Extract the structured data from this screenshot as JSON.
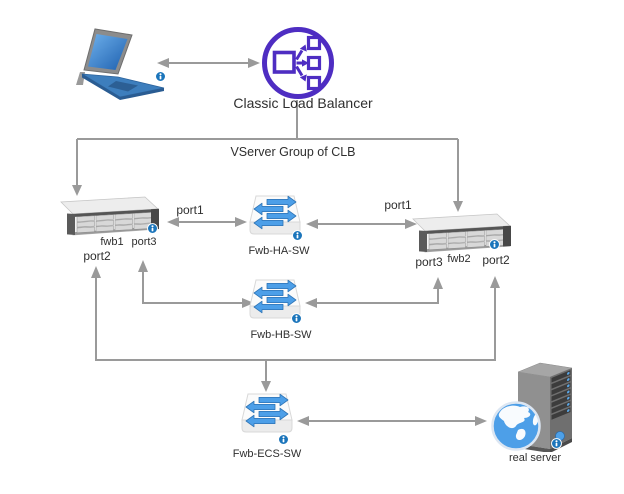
{
  "diagram": {
    "nodes": {
      "laptop": {
        "icon": "laptop-icon"
      },
      "clb": {
        "label": "Classic Load Balancer",
        "icon": "load-balancer-icon"
      },
      "vserver_group": {
        "label": "VServer Group of CLB"
      },
      "fwb1": {
        "label": "fwb1",
        "icon": "rack-server-icon",
        "ports": {
          "port1": "port1",
          "port2": "port2",
          "port3": "port3"
        }
      },
      "fwb2": {
        "label": "fwb2",
        "icon": "rack-server-icon",
        "ports": {
          "port1": "port1",
          "port2": "port2",
          "port3": "port3"
        }
      },
      "fwb_ha_sw": {
        "label": "Fwb-HA-SW",
        "icon": "switch-icon"
      },
      "fwb_hb_sw": {
        "label": "Fwb-HB-SW",
        "icon": "switch-icon"
      },
      "fwb_ecs_sw": {
        "label": "Fwb-ECS-SW",
        "icon": "switch-icon"
      },
      "real_server": {
        "label": "real server",
        "icon": "tower-server-globe-icon"
      }
    },
    "badges": {
      "info": "info-icon"
    },
    "colors": {
      "connector_gray": "#9a9a9a",
      "clb_purple": "#4E2DC2",
      "switch_arrow_blue": "#4D9FE8",
      "switch_arrow_outline": "#2E74B5",
      "info_badge_blue": "#1B75BB",
      "label_text": "#2f2f2f",
      "laptop_blue": "#3d7ebd",
      "globe_blue": "#4D9FE8"
    }
  }
}
